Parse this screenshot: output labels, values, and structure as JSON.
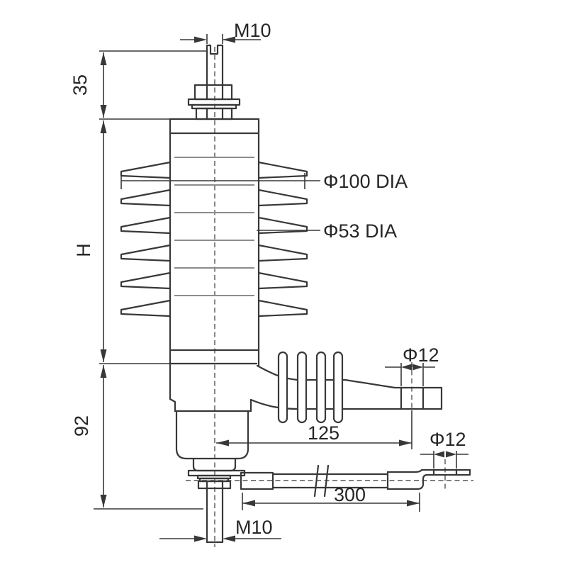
{
  "drawing": {
    "kind": "dimensioned outline drawing of a polymer-housed surge arrester with disconnector arm and mounting bracket"
  },
  "labels": {
    "top_thread": "M10",
    "top_stud_length": "35",
    "housing_height": "H",
    "base_section_height": "92",
    "shed_diameter": "Φ100 DIA",
    "core_diameter": "Φ53 DIA",
    "arm_hole_diameter": "Φ12",
    "arm_hole_offset": "125",
    "bracket_hole_diameter": "Φ12",
    "bracket_hole_spacing": "300",
    "bottom_thread": "M10"
  },
  "colors": {
    "object_line": "#383838",
    "shed_joint_line": "#8c8c8c",
    "centerline": "#555555",
    "text": "#262626",
    "background": "#ffffff"
  }
}
